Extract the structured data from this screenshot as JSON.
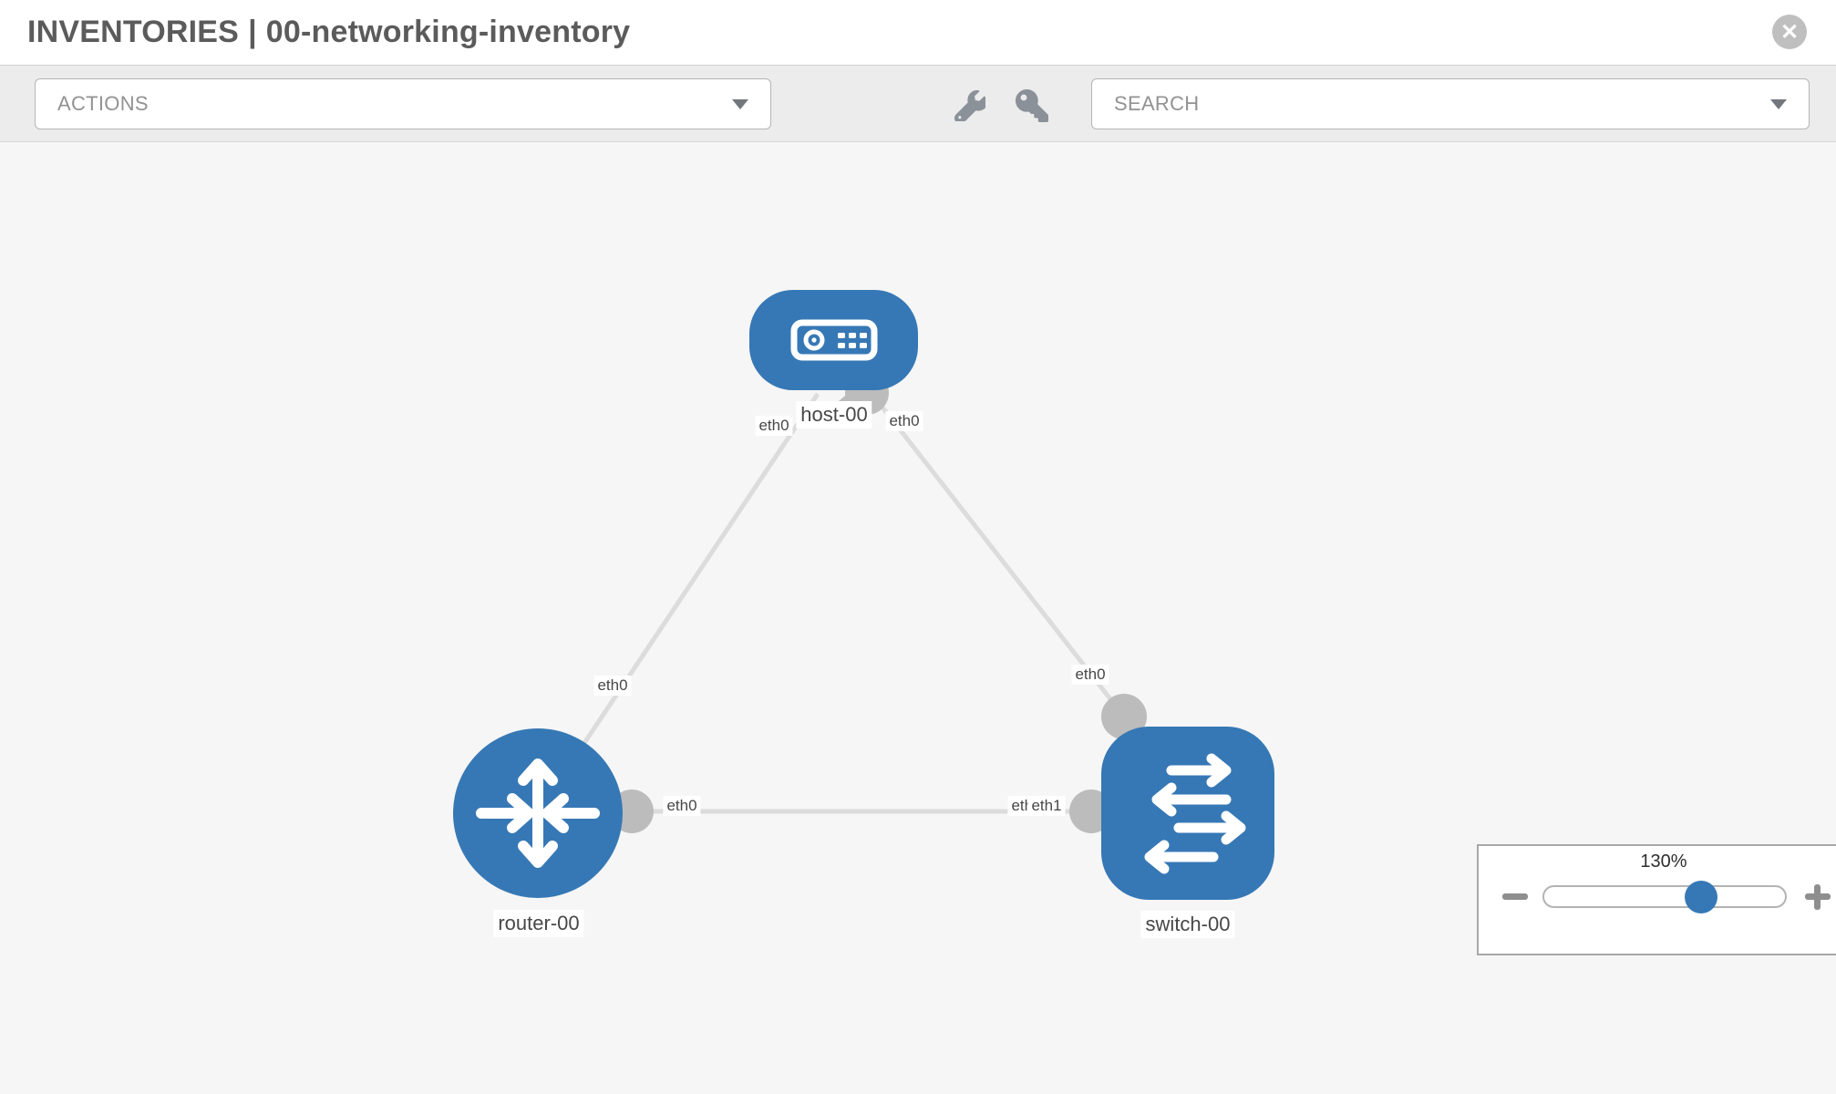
{
  "header": {
    "section": "INVENTORIES",
    "divider": "|",
    "title": "00-networking-inventory",
    "close_icon": "close-icon"
  },
  "toolbar": {
    "actions_label": "ACTIONS",
    "search_label": "SEARCH",
    "icons": [
      "wrench-icon",
      "key-icon"
    ]
  },
  "canvas": {
    "nodes": [
      {
        "id": "host-00",
        "type": "host",
        "label": "host-00",
        "icon": "server-icon"
      },
      {
        "id": "router-00",
        "type": "router",
        "label": "router-00",
        "icon": "router-arrows-icon"
      },
      {
        "id": "switch-00",
        "type": "switch",
        "label": "switch-00",
        "icon": "switch-arrows-icon"
      }
    ],
    "links": [
      {
        "source": "router-00",
        "target": "host-00",
        "source_label": "eth0",
        "target_label": "eth0"
      },
      {
        "source": "host-00",
        "target": "switch-00",
        "source_label": "eth0",
        "target_label": "eth0"
      },
      {
        "source": "router-00",
        "target": "switch-00",
        "source_label": "eth0",
        "target_label": "eth1",
        "target_label_overlap": "eth0"
      }
    ]
  },
  "zoom_control": {
    "value": "130%",
    "percent": 130
  },
  "colors": {
    "node_blue": "#3678b5",
    "link_gray": "#dcdcdc",
    "connector_gray": "#bcbcbc",
    "canvas_bg": "#f6f6f6",
    "toolbar_bg": "#ececec"
  }
}
